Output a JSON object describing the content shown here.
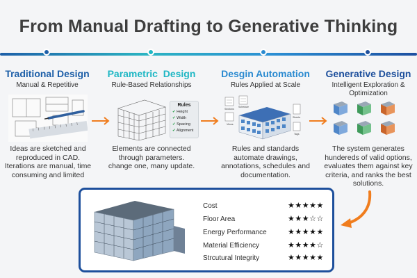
{
  "title": "From Manual Drafting to Generative Thinking",
  "colors": {
    "stage1": "#1d5fa8",
    "stage2": "#1fb7c4",
    "stage3": "#2a8ad0",
    "stage4": "#1d4f9c",
    "arrow": "#f07d1e",
    "panel_border": "#1d4f9c"
  },
  "stages": [
    {
      "title": "Traditional Design",
      "subtitle": "Manual & Repetitive",
      "description": "Ideas are sketched and reproduced in CAD. Iterations are manual, time consuming and limited"
    },
    {
      "title": "Parametric  Design",
      "subtitle": "Rule-Based Relationships",
      "description": "Elements are connected through parameters. change one, many update."
    },
    {
      "title": "Desgin Automation",
      "subtitle": "Rules Applied at Scale",
      "description": "Rules and standards automate drawings, annotations, schedules and documentation."
    },
    {
      "title": "Generative Design",
      "subtitle": "Intelligent Exploration & Optimization",
      "description": "The system generates hundereds of valid options, evaluates them against key criteria, and ranks the best solutions."
    }
  ],
  "rules_card": {
    "title": "Rules",
    "items": [
      "Height",
      "Width",
      "Spacing",
      "Alignment"
    ]
  },
  "automation_labels": {
    "sections": "Sections",
    "schedule": "Schedule",
    "views": "Views",
    "sheets": "Sheets",
    "tags": "Tags"
  },
  "evaluation": [
    {
      "label": "Cost",
      "rating": 5,
      "stars": "★★★★★"
    },
    {
      "label": "Floor Area",
      "rating": 3,
      "stars": "★★★☆☆"
    },
    {
      "label": "Energy Performance",
      "rating": 5,
      "stars": "★★★★★"
    },
    {
      "label": "Material Efficiency",
      "rating": 4,
      "stars": "★★★★☆"
    },
    {
      "label": "Strcutural Integrity",
      "rating": 5,
      "stars": "★★★★★"
    }
  ]
}
